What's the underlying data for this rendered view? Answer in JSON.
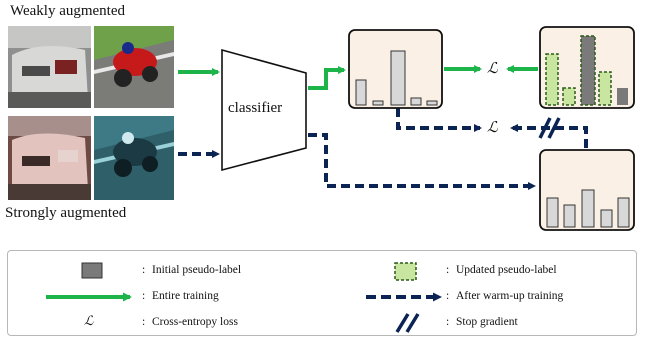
{
  "captions": {
    "weak": "Weakly augmented",
    "strong": "Strongly augmented"
  },
  "classifier_label": "classifier",
  "loss_symbol": "ℒ",
  "colors": {
    "entire_training": "#1db54a",
    "after_warmup": "#0c2454",
    "panel_bg": "#fbf0e6",
    "initial_bar": "#d8d8d8",
    "updated_bar": "#c9e6a0",
    "initial_legend": "#7a7a7a"
  },
  "icons": {
    "stop_gradient": "double-slash-icon",
    "loss": "script-L-icon"
  },
  "legend": {
    "initial": "Initial pseudo-label",
    "updated": "Updated pseudo-label",
    "entire": "Entire training",
    "warmup": "After warm-up training",
    "ce": "Cross-entropy loss",
    "stop": "Stop gradient",
    "colon": ":"
  }
}
